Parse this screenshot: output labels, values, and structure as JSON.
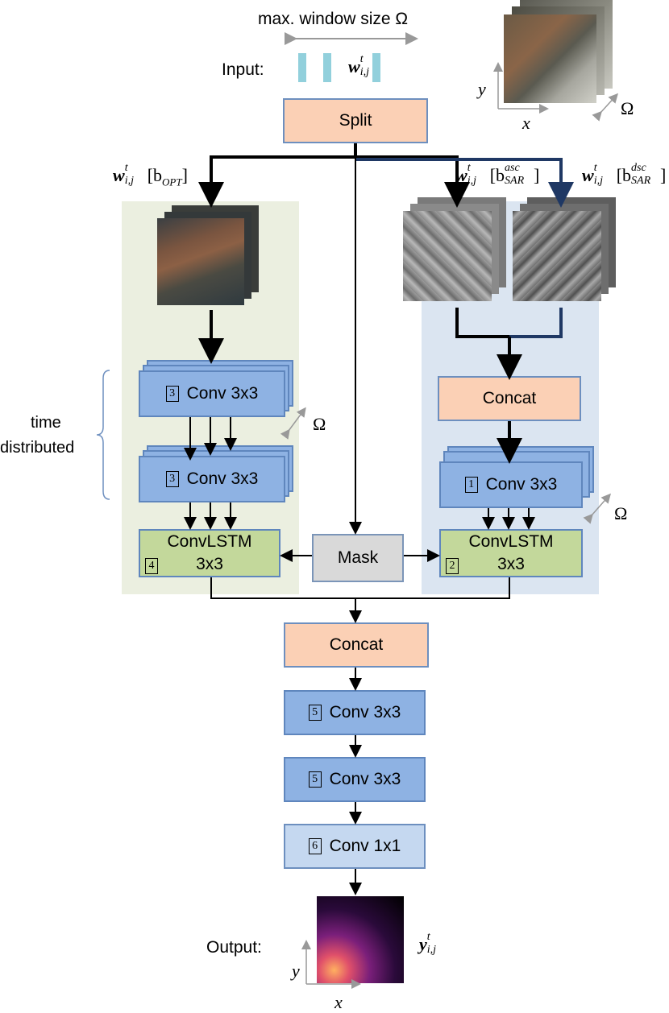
{
  "top": {
    "window_label": "max. window size Ω",
    "input_label": "Input:",
    "omega": "Ω",
    "axis_x": "x",
    "axis_y": "y"
  },
  "math": {
    "w": "w",
    "t": "t",
    "ij": "i,j",
    "opt_band": "[b",
    "opt_sub": "OPT",
    "sar_sub": "SAR",
    "asc": "asc",
    "dsc": "dsc",
    "close": "]",
    "y": "y"
  },
  "blocks": {
    "split": "Split",
    "concat_sar": "Concat",
    "conv_opt_1": "Conv 3x3",
    "conv_opt_1_num": "3",
    "conv_opt_2": "Conv 3x3",
    "conv_opt_2_num": "3",
    "convlstm_opt_line1": "ConvLSTM",
    "convlstm_opt_line2": "3x3",
    "convlstm_opt_num": "4",
    "conv_sar": "Conv 3x3",
    "conv_sar_num": "1",
    "convlstm_sar_line1": "ConvLSTM",
    "convlstm_sar_line2": "3x3",
    "convlstm_sar_num": "2",
    "mask": "Mask",
    "concat_main": "Concat",
    "conv_main_1": "Conv 3x3",
    "conv_main_1_num": "5",
    "conv_main_2": "Conv 3x3",
    "conv_main_2_num": "5",
    "conv_out": "Conv 1x1",
    "conv_out_num": "6"
  },
  "side": {
    "time_distributed_line1": "time",
    "time_distributed_line2": "distributed"
  },
  "bottom": {
    "output_label": "Output:"
  },
  "colors": {
    "opt_panel": "#ebefe0",
    "sar_panel": "#dbe5f1",
    "arrow_dark": "#000000",
    "arrow_navy": "#1f3864",
    "input_bar": "#92d0dc"
  }
}
